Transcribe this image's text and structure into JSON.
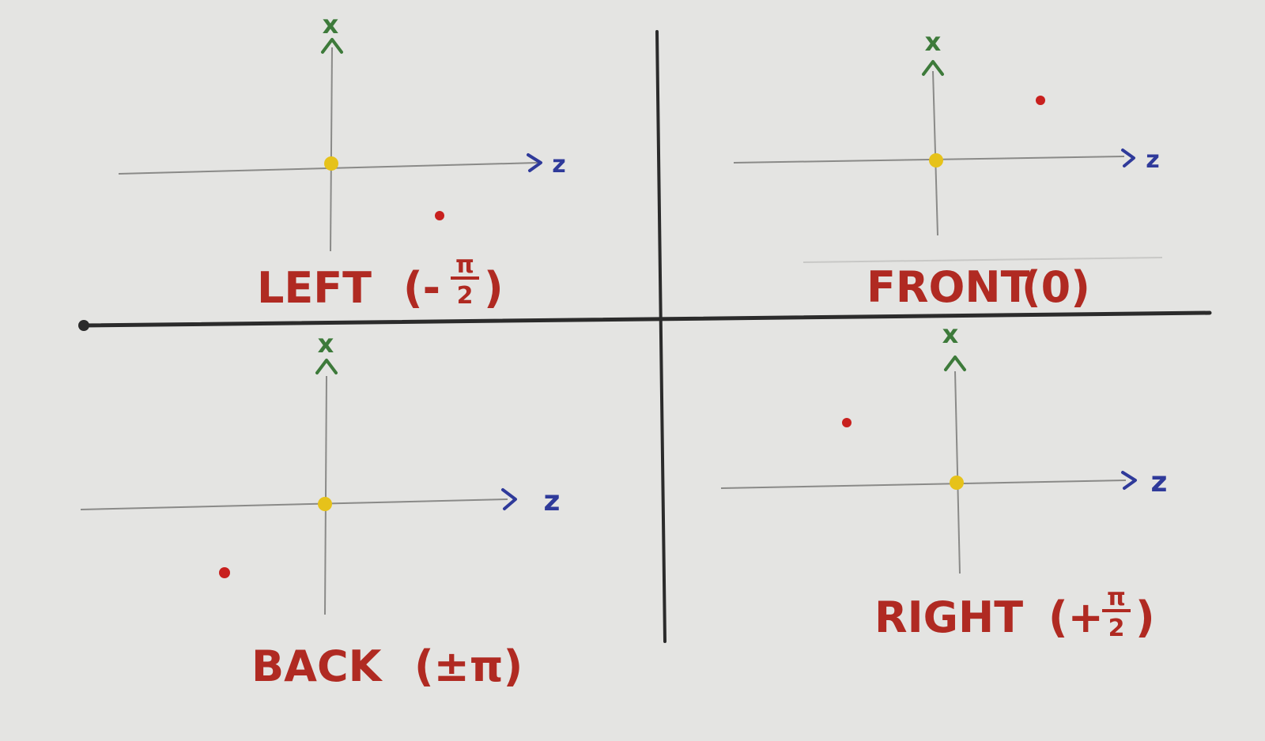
{
  "colors": {
    "paper": "#ececea",
    "divider": "#2b2b2b",
    "axis": "#8a8a88",
    "x_label": "#3d7a3a",
    "z_label": "#2f3a9a",
    "origin": "#e6c21a",
    "point": "#c8201e",
    "caption": "#b02a22"
  },
  "quadrants": [
    {
      "id": "left",
      "caption_name": "LEFT",
      "caption_angle_prefix": "(-",
      "caption_angle_num": "π",
      "caption_angle_den": "2",
      "caption_angle_suffix": ")",
      "x_axis_label": "x",
      "z_axis_label": "z"
    },
    {
      "id": "front",
      "caption_name": "FRONT",
      "caption_angle": "(0)",
      "x_axis_label": "x",
      "z_axis_label": "z"
    },
    {
      "id": "back",
      "caption_name": "BACK",
      "caption_angle": "(±π)",
      "x_axis_label": "x",
      "z_axis_label": "z"
    },
    {
      "id": "right",
      "caption_name": "RIGHT",
      "caption_angle_prefix": "(+",
      "caption_angle_num": "π",
      "caption_angle_den": "2",
      "caption_angle_suffix": ")",
      "x_axis_label": "x",
      "z_axis_label": "z"
    }
  ]
}
